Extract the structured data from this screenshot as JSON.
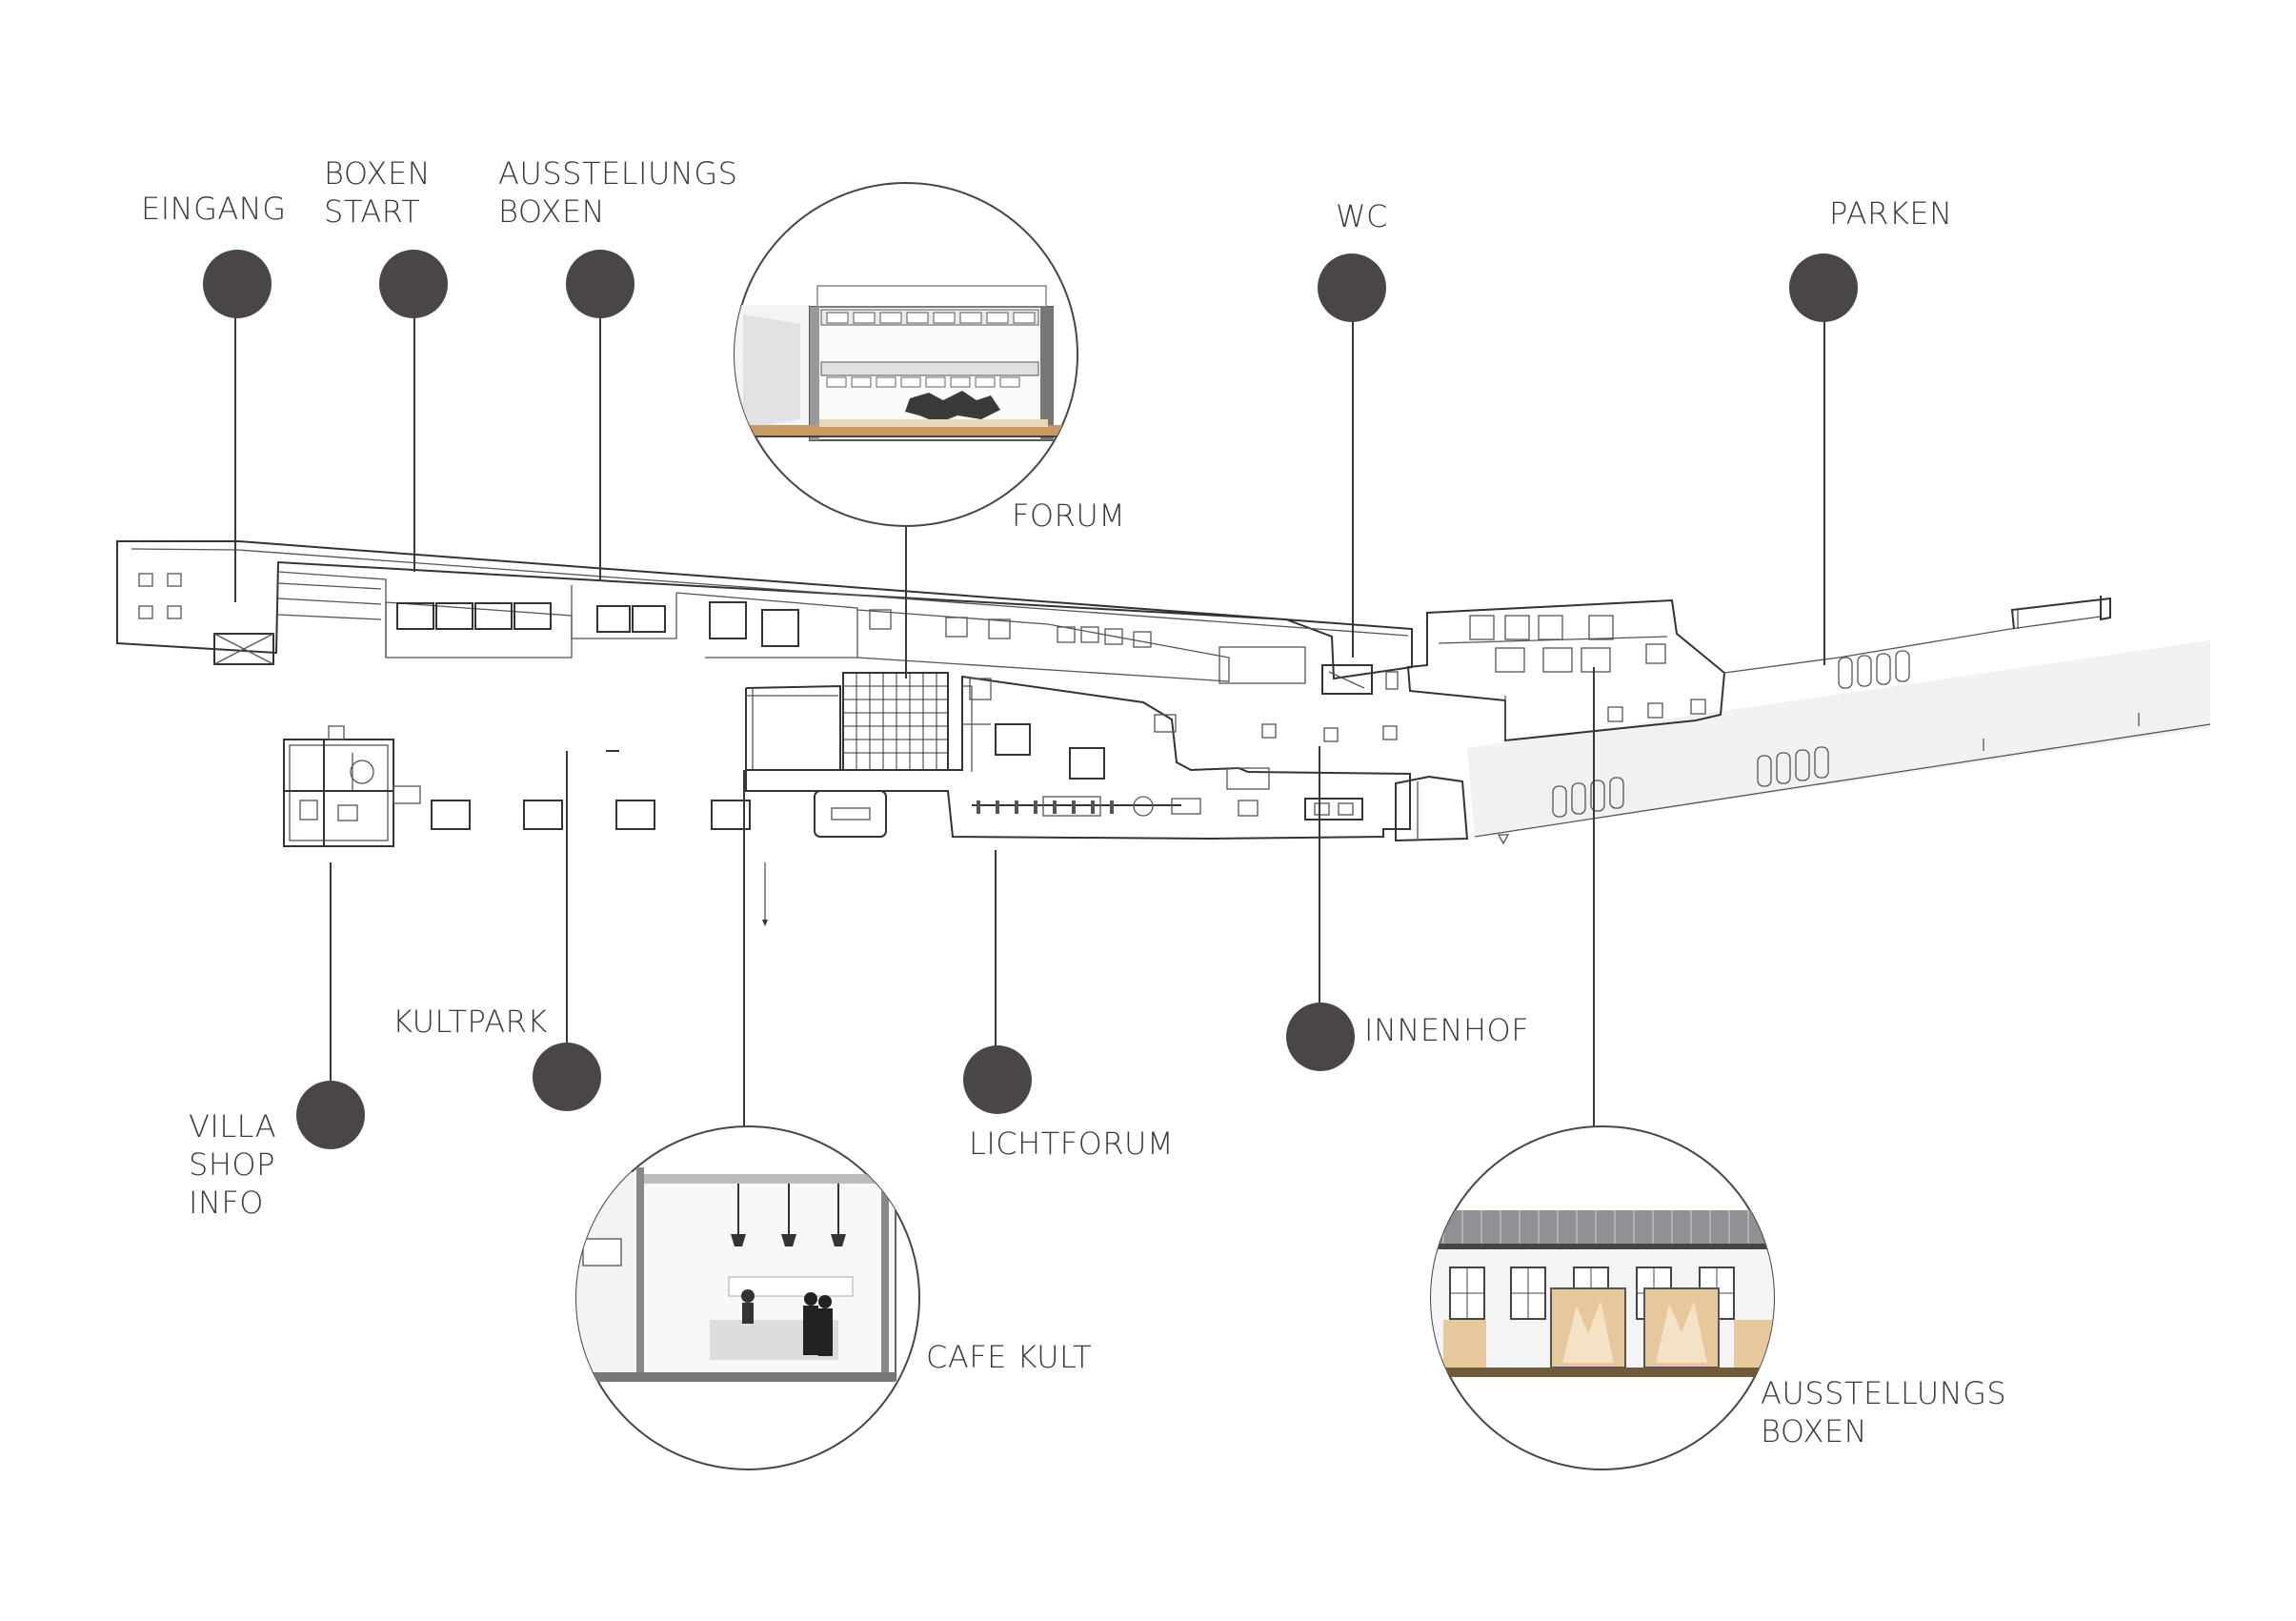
{
  "colors": {
    "marker": "#4a4546",
    "text": "#3a3838",
    "line": "#333333",
    "paved": "#f1f1f1",
    "wood": "#e6c89c"
  },
  "labels": {
    "eingang": [
      "EINGANG"
    ],
    "boxen_start": [
      "BOXEN",
      "START"
    ],
    "ausstellungs_boxen_top": [
      "AUSSTELIUNGS",
      "BOXEN"
    ],
    "wc": [
      "WC"
    ],
    "parken": [
      "PARKEN"
    ],
    "forum": [
      "FORUM"
    ],
    "kultpark": [
      "KULTPARK"
    ],
    "villa": [
      "VILLA",
      "SHOP",
      "INFO"
    ],
    "lichtforum": [
      "LICHTFORUM"
    ],
    "innenhof": [
      "INNENHOF"
    ],
    "cafe_kult": [
      "CAFE KULT"
    ],
    "ausstellungs_boxen_bottom": [
      "AUSSTELLUNGS",
      "BOXEN"
    ]
  }
}
